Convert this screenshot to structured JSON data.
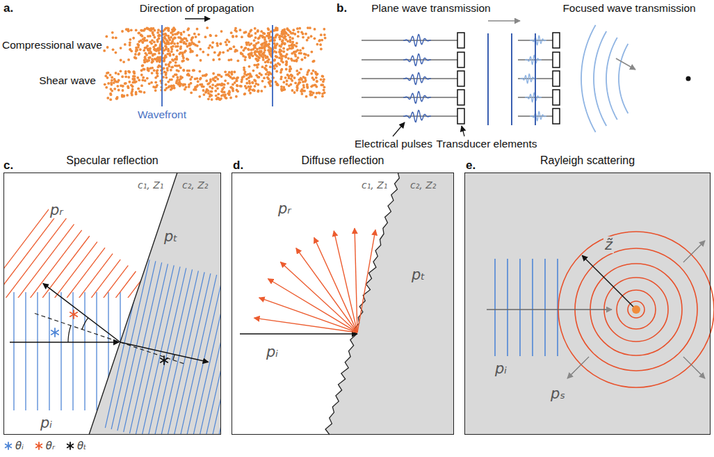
{
  "diagram": {
    "nodes": [
      {
        "text": [
          "Specular reflection"
        ]
      },
      {
        "text": [
          "Diffuse reflection"
        ]
      },
      {
        "text": [
          "Rayleigh scattering"
        ]
      }
    ],
    "labels": [
      "a.",
      "Direction of propagation",
      "Compressional wave",
      "Shear wave",
      "Wavefront",
      "b.",
      "Plane wave transmission",
      "Focused wave transmission",
      "Electrical pulses",
      "Transducer elements",
      "c.",
      "c₁, Z₁",
      "c₂, Z₂",
      "pᵣ",
      "pₜ",
      "pᵢ",
      "d.",
      "c₁, Z₁",
      "c₂, Z₂",
      "pᵣ",
      "pₜ",
      "pᵢ",
      "e.",
      "z̃",
      "pᵢ",
      "pₛ"
    ],
    "legend": [
      {
        "text": "θᵢ",
        "color": "#4f86d6"
      },
      {
        "text": "θᵣ",
        "color": "#ec5b2e"
      },
      {
        "text": "θₜ",
        "color": "#111111"
      }
    ]
  }
}
